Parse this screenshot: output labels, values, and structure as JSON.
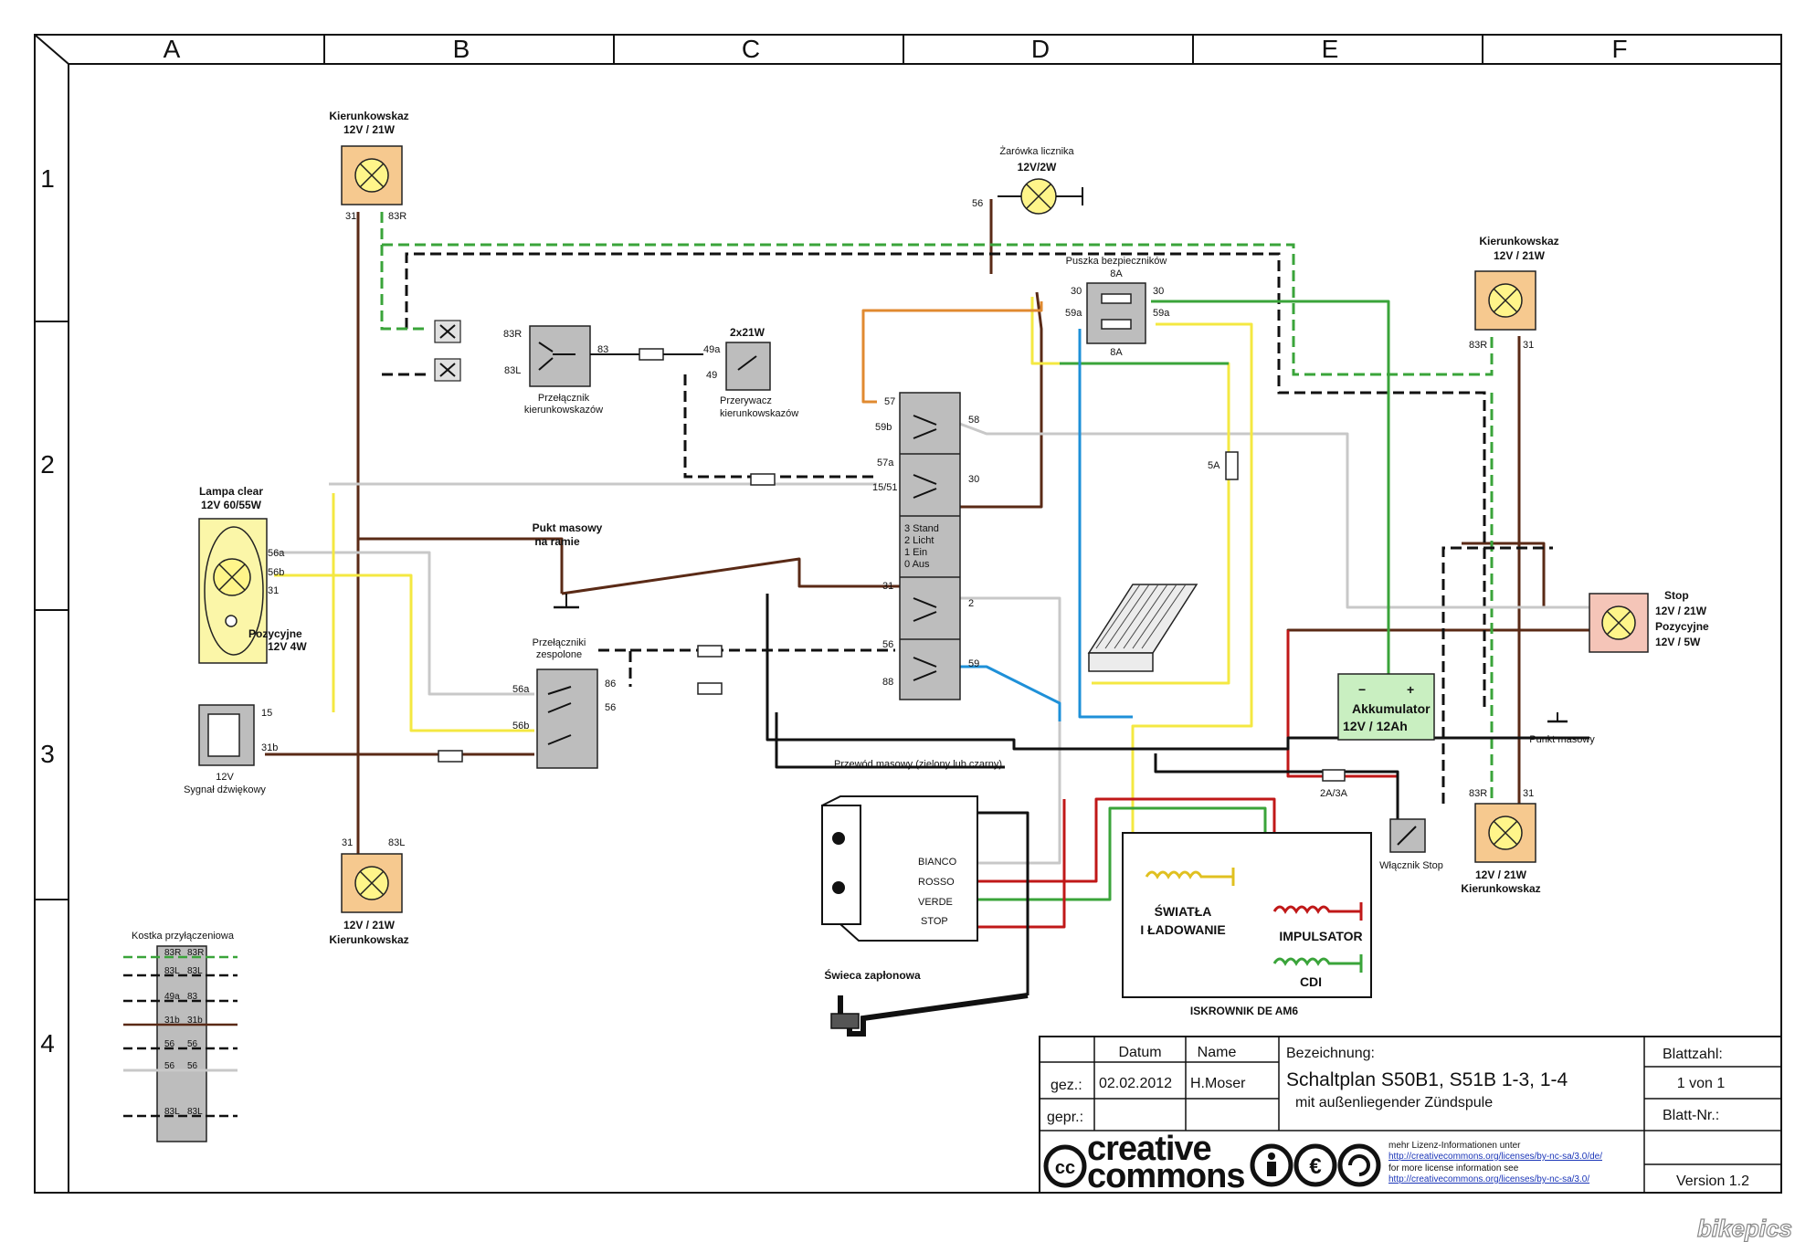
{
  "grid": {
    "columns": [
      "A",
      "B",
      "C",
      "D",
      "E",
      "F"
    ],
    "rows": [
      "1",
      "2",
      "3",
      "4"
    ]
  },
  "components": {
    "turn_lamp_fl": {
      "title": "Kierunkowskaz",
      "rating": "12V / 21W",
      "t1": "31",
      "t2": "83R"
    },
    "turn_lamp_rl": {
      "title": "Kierunkowskaz",
      "rating": "12V / 21W",
      "t1": "31",
      "t2": "83L"
    },
    "turn_lamp_fr": {
      "title": "Kierunkowskaz",
      "rating": "12V / 21W",
      "t1": "83R",
      "t2": "31"
    },
    "turn_lamp_rr": {
      "title": "Kierunkowskaz",
      "rating": "12V / 21W",
      "t1": "83R",
      "t2": "31"
    },
    "speedo_bulb": {
      "title": "Żarówka licznika",
      "rating": "12V/2W",
      "terminal": "56"
    },
    "fuse_box": {
      "title": "Puszka bezpieczników",
      "fuse_top": "8A",
      "fuse_bottom": "8A",
      "t_30a": "30",
      "t_30b": "30",
      "t_59a_l": "59a",
      "t_59a_r": "59a"
    },
    "turn_switch": {
      "label1": "Przełącznik",
      "label2": "kierunkowskazów",
      "t_83r": "83R",
      "t_83l": "83L",
      "t_83": "83"
    },
    "flasher": {
      "rating": "2x21W",
      "label1": "Przerywacz",
      "label2": "kierunkowskazów",
      "t_49a": "49a",
      "t_49": "49"
    },
    "ignition_switch": {
      "t_57": "57",
      "t_59b": "59b",
      "t_58": "58",
      "t_57a": "57a",
      "t_1551": "15/51",
      "t_30": "30",
      "positions": [
        "3 Stand",
        "2 Licht",
        "1 Ein",
        "0 Aus"
      ],
      "t_31": "31",
      "t_2": "2",
      "t_56": "56",
      "t_88": "88",
      "t_59": "59"
    },
    "headlamp": {
      "title1": "Lampa clear",
      "title2": "12V 60/55W",
      "t_56a": "56a",
      "t_56b": "56b",
      "t_31": "31",
      "pos1": "Pozycyjne",
      "pos2": "12V 4W"
    },
    "ground_point": {
      "label1": "Pukt masowy",
      "label2": "na ramie"
    },
    "combo_switch": {
      "label1": "Przełączniki",
      "label2": "zespolone",
      "t_56a": "56a",
      "t_56b": "56b",
      "t_86": "86",
      "t_56": "56"
    },
    "horn": {
      "t_15": "15",
      "t_31b": "31b",
      "label1": "12V",
      "label2": "Sygnał dźwiękowy"
    },
    "battery": {
      "minus": "−",
      "plus": "+",
      "label1": "Akkumulator",
      "label2": "12V / 12Ah"
    },
    "resistor": {
      "rating": "5A"
    },
    "stop_lamp": {
      "title": "Stop",
      "rating1": "12V / 21W",
      "label2": "Pozycyjne",
      "rating2": "12V / 5W"
    },
    "frame_ground": {
      "label": "Punkt masowy"
    },
    "ground_wire": {
      "label": "Przewód masowy (zielony lub czarny)"
    },
    "inline_fuse": {
      "rating": "2A/3A"
    },
    "stop_switch": {
      "label": "Włącznik Stop"
    },
    "ignition_coil": {
      "w1": "BIANCO",
      "w2": "ROSSO",
      "w3": "VERDE",
      "w4": "STOP"
    },
    "spark_plug": {
      "label": "Świeca zapłonowa"
    },
    "magneto": {
      "coil1a": "ŚWIATŁA",
      "coil1b": "I ŁADOWANIE",
      "coil2": "IMPULSATOR",
      "coil3": "CDI",
      "title": "ISKROWNIK DE AM6"
    },
    "connector_block": {
      "title": "Kostka przyłączeniowa",
      "rows": [
        [
          "83R",
          "83R"
        ],
        [
          "83L",
          "83L"
        ],
        [
          "49a",
          "83"
        ],
        [
          "31b",
          "31b"
        ],
        [
          "56",
          "56"
        ],
        [
          "56",
          "56"
        ],
        [
          "83L",
          "83L"
        ]
      ]
    }
  },
  "title_block": {
    "col_date": "Datum",
    "col_name": "Name",
    "row_drawn": "gez.:",
    "drawn_date": "02.02.2012",
    "drawn_name": "H.Moser",
    "row_checked": "gepr.:",
    "designation_label": "Bezeichnung:",
    "designation_line1": "Schaltplan S50B1, S51B 1-3, 1-4",
    "designation_line2": "mit außenliegender Zündspule",
    "sheet_count_label": "Blattzahl:",
    "sheet_count": "1 von 1",
    "sheet_no_label": "Blatt-Nr.:",
    "version": "Version 1.2",
    "cc_line1": "creative",
    "cc_line2": "commons",
    "lic1": "mehr Lizenz-Informationen unter",
    "lic2": "http://creativecommons.org/licenses/by-nc-sa/3.0/de/",
    "lic3": "for more license information see",
    "lic4": "http://creativecommons.org/licenses/by-nc-sa/3.0/"
  },
  "watermark": "bikepics",
  "colors": {
    "brown": "#5a2a16",
    "green": "#3aa43a",
    "yellow": "#f4e842",
    "blue": "#1e90d8",
    "grey": "#c8c8c8",
    "orange": "#e08a30",
    "red": "#c01818",
    "black": "#111111"
  }
}
